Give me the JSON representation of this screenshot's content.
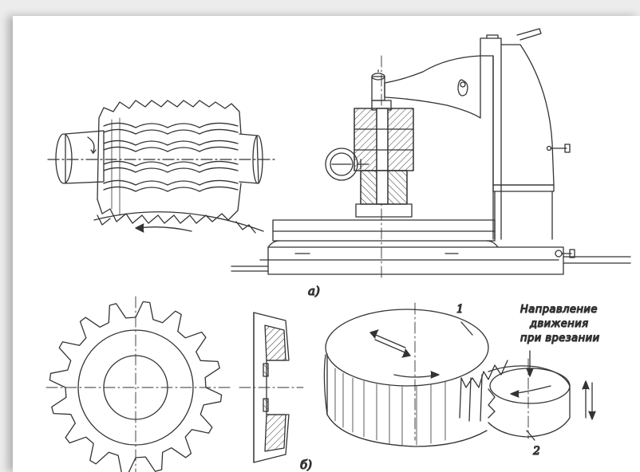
{
  "labels": {
    "panel_a": "а)",
    "panel_b": "б)",
    "part_1": "1",
    "part_2": "2",
    "direction_line1": "Направление",
    "direction_line2": "движения",
    "direction_line3": "при врезании"
  },
  "colors": {
    "background": "#ececec",
    "paper": "#ffffff",
    "ink": "#333333"
  }
}
